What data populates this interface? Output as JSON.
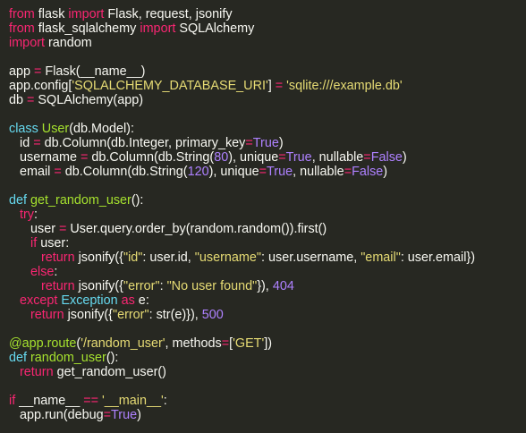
{
  "colors": {
    "background": "#272822",
    "plain": "#f8f8f2",
    "keyword": "#f92672",
    "storage": "#66d9ef",
    "name": "#a6e22e",
    "string": "#e6db74",
    "number": "#ae81ff"
  },
  "lines": [
    [
      [
        "k",
        "from"
      ],
      [
        "p",
        " flask "
      ],
      [
        "k",
        "import"
      ],
      [
        "p",
        " Flask, request, jsonify"
      ]
    ],
    [
      [
        "k",
        "from"
      ],
      [
        "p",
        " flask_sqlalchemy "
      ],
      [
        "k",
        "import"
      ],
      [
        "p",
        " SQLAlchemy"
      ]
    ],
    [
      [
        "k",
        "import"
      ],
      [
        "p",
        " random"
      ]
    ],
    [],
    [
      [
        "p",
        "app "
      ],
      [
        "k",
        "="
      ],
      [
        "p",
        " Flask(__name__)"
      ]
    ],
    [
      [
        "p",
        "app.config["
      ],
      [
        "s",
        "'SQLALCHEMY_DATABASE_URI'"
      ],
      [
        "p",
        "] "
      ],
      [
        "k",
        "="
      ],
      [
        "p",
        " "
      ],
      [
        "s",
        "'sqlite:///example.db'"
      ]
    ],
    [
      [
        "p",
        "db "
      ],
      [
        "k",
        "="
      ],
      [
        "p",
        " SQLAlchemy(app)"
      ]
    ],
    [],
    [
      [
        "d",
        "class"
      ],
      [
        "p",
        " "
      ],
      [
        "f",
        "User"
      ],
      [
        "p",
        "(db.Model):"
      ]
    ],
    [
      [
        "p",
        "   id "
      ],
      [
        "k",
        "="
      ],
      [
        "p",
        " db.Column(db.Integer, primary_key"
      ],
      [
        "k",
        "="
      ],
      [
        "n",
        "True"
      ],
      [
        "p",
        ")"
      ]
    ],
    [
      [
        "p",
        "   username "
      ],
      [
        "k",
        "="
      ],
      [
        "p",
        " db.Column(db.String("
      ],
      [
        "n",
        "80"
      ],
      [
        "p",
        "), unique"
      ],
      [
        "k",
        "="
      ],
      [
        "n",
        "True"
      ],
      [
        "p",
        ", nullable"
      ],
      [
        "k",
        "="
      ],
      [
        "n",
        "False"
      ],
      [
        "p",
        ")"
      ]
    ],
    [
      [
        "p",
        "   email "
      ],
      [
        "k",
        "="
      ],
      [
        "p",
        " db.Column(db.String("
      ],
      [
        "n",
        "120"
      ],
      [
        "p",
        "), unique"
      ],
      [
        "k",
        "="
      ],
      [
        "n",
        "True"
      ],
      [
        "p",
        ", nullable"
      ],
      [
        "k",
        "="
      ],
      [
        "n",
        "False"
      ],
      [
        "p",
        ")"
      ]
    ],
    [],
    [
      [
        "d",
        "def"
      ],
      [
        "p",
        " "
      ],
      [
        "f",
        "get_random_user"
      ],
      [
        "p",
        "():"
      ]
    ],
    [
      [
        "p",
        "   "
      ],
      [
        "k",
        "try"
      ],
      [
        "p",
        ":"
      ]
    ],
    [
      [
        "p",
        "      user "
      ],
      [
        "k",
        "="
      ],
      [
        "p",
        " User.query.order_by(random.random()).first()"
      ]
    ],
    [
      [
        "p",
        "      "
      ],
      [
        "k",
        "if"
      ],
      [
        "p",
        " user:"
      ]
    ],
    [
      [
        "p",
        "         "
      ],
      [
        "k",
        "return"
      ],
      [
        "p",
        " jsonify({"
      ],
      [
        "s",
        "\"id\""
      ],
      [
        "p",
        ": user.id, "
      ],
      [
        "s",
        "\"username\""
      ],
      [
        "p",
        ": user.username, "
      ],
      [
        "s",
        "\"email\""
      ],
      [
        "p",
        ": user.email})"
      ]
    ],
    [
      [
        "p",
        "      "
      ],
      [
        "k",
        "else"
      ],
      [
        "p",
        ":"
      ]
    ],
    [
      [
        "p",
        "         "
      ],
      [
        "k",
        "return"
      ],
      [
        "p",
        " jsonify({"
      ],
      [
        "s",
        "\"error\""
      ],
      [
        "p",
        ": "
      ],
      [
        "s",
        "\"No user found\""
      ],
      [
        "p",
        "}), "
      ],
      [
        "n",
        "404"
      ]
    ],
    [
      [
        "p",
        "   "
      ],
      [
        "k",
        "except"
      ],
      [
        "p",
        " "
      ],
      [
        "d",
        "Exception"
      ],
      [
        "p",
        " "
      ],
      [
        "k",
        "as"
      ],
      [
        "p",
        " e:"
      ]
    ],
    [
      [
        "p",
        "      "
      ],
      [
        "k",
        "return"
      ],
      [
        "p",
        " jsonify({"
      ],
      [
        "s",
        "\"error\""
      ],
      [
        "p",
        ": str(e)}), "
      ],
      [
        "n",
        "500"
      ]
    ],
    [],
    [
      [
        "f",
        "@app.route"
      ],
      [
        "p",
        "("
      ],
      [
        "s",
        "'/random_user'"
      ],
      [
        "p",
        ", methods"
      ],
      [
        "k",
        "="
      ],
      [
        "p",
        "["
      ],
      [
        "s",
        "'GET'"
      ],
      [
        "p",
        "])"
      ]
    ],
    [
      [
        "d",
        "def"
      ],
      [
        "p",
        " "
      ],
      [
        "f",
        "random_user"
      ],
      [
        "p",
        "():"
      ]
    ],
    [
      [
        "p",
        "   "
      ],
      [
        "k",
        "return"
      ],
      [
        "p",
        " get_random_user()"
      ]
    ],
    [],
    [
      [
        "k",
        "if"
      ],
      [
        "p",
        " __name__ "
      ],
      [
        "k",
        "=="
      ],
      [
        "p",
        " "
      ],
      [
        "s",
        "'__main__'"
      ],
      [
        "p",
        ":"
      ]
    ],
    [
      [
        "p",
        "   app.run(debug"
      ],
      [
        "k",
        "="
      ],
      [
        "n",
        "True"
      ],
      [
        "p",
        ")"
      ]
    ]
  ]
}
